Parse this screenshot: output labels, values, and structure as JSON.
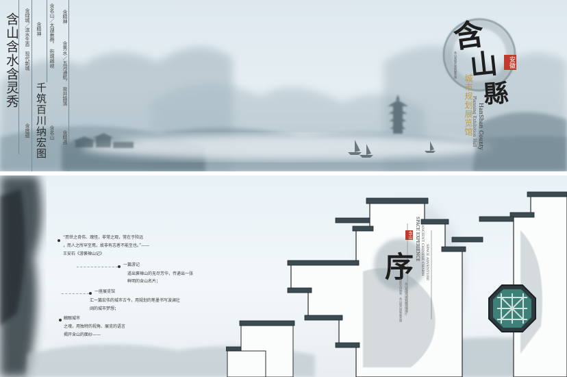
{
  "top_panel": {
    "main_poem": "含山含水含灵秀",
    "poem_line2": "千筑百川纳宏图",
    "col_a": "含绿城／滨水生态　现代新城",
    "col_a2": "含底蕴",
    "col_b": "含精神",
    "col_c": "含名山／太湖襄褥，　街堀越岘",
    "col_c2": "含名山",
    "col_d": "含精神",
    "col_e": "含秀水／五河通航，　泉井錯落",
    "col_f": "含精神",
    "col_f2": "含精週",
    "logo_chars": [
      "含",
      "山",
      "縣"
    ],
    "logo_seal": "安徽",
    "subtitle_cn": "城市规划展览馆",
    "subtitle_en_1": "HanShan County",
    "subtitle_en_2": "Planning Exhibition Hall",
    "logo_small_text": "含山县城市规划展览馆"
  },
  "bottom_panel": {
    "quote_line1": "“而世之奇伟、瑰怪，非常之观，常在于险远",
    "quote_line2": "，而人之所罕至焉，故非有志者不能至也。”——",
    "quote_source": "王安石《游褒禅山记》",
    "section1_title": "一篇游记",
    "section1_line1": "道出褒禅山的无尽芳华，传递出一张",
    "section1_line2": "鲜明的含山名片；",
    "section2_title": "一座展览馆",
    "section2_line1": "汇一篇宏伟的城市古今，用规划的笔墨书写波澜壮",
    "section2_line2": "阔的城市梦想；",
    "section3_title": "触眼城市",
    "section3_line1": "之魂，用独特的视角、展览的语言",
    "section3_line2": "揭开含山的面纱——",
    "preface_char": "序",
    "preface_seal": "含山",
    "vertical_en_1": "SPACE EXPERIENCE",
    "vertical_en_2": "ANCIENT CHINESE CHARM",
    "vertical_en_3": "SPACE ADVENTURE",
    "vertical_cn_1": "古韵空间体验 · 含山城市规划展览馆",
    "vertical_cn_2": "含山县城市规划展览馆序厅"
  },
  "colors": {
    "ink": "#2a2a2a",
    "seal_red": "#c0392b",
    "window_teal": "#3e7f78",
    "slogan_gold": "#c49a3a"
  }
}
